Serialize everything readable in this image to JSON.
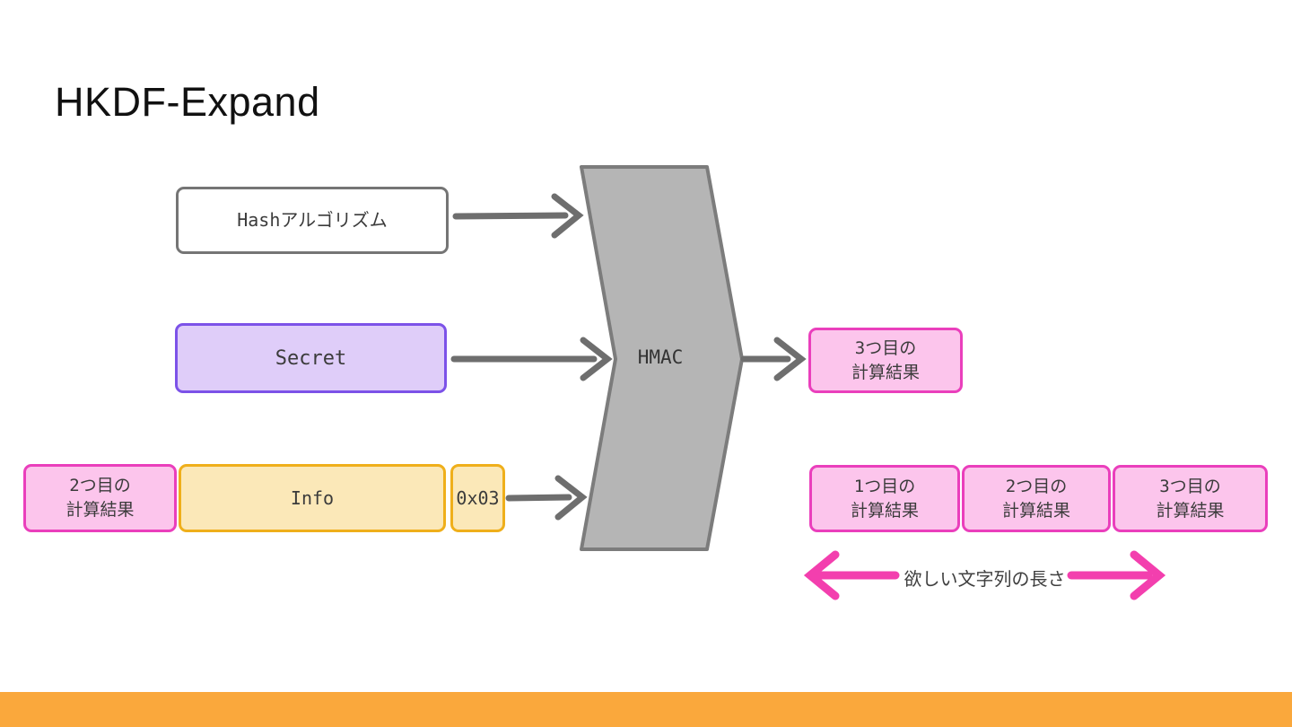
{
  "slide": {
    "title": "HKDF-Expand"
  },
  "diagram": {
    "inputs": {
      "hash_box": {
        "label": "Hashアルゴリズム"
      },
      "secret_box": {
        "label": "Secret"
      },
      "prev_result_box": {
        "line1": "2つ目の",
        "line2": "計算結果"
      },
      "info_box": {
        "label": "Info"
      },
      "counter_box": {
        "label": "0x03"
      }
    },
    "process": {
      "hmac_label": "HMAC"
    },
    "output_box": {
      "line1": "3つ目の",
      "line2": "計算結果"
    },
    "results": [
      {
        "line1": "1つ目の",
        "line2": "計算結果"
      },
      {
        "line1": "2つ目の",
        "line2": "計算結果"
      },
      {
        "line1": "3つ目の",
        "line2": "計算結果"
      }
    ],
    "length_annotation": "欲しい文字列の長さ",
    "colors": {
      "pink_fill": "#fcc5ec",
      "pink_border": "#ea3fbc",
      "purple_fill": "#dfcdf9",
      "purple_border": "#7c52e8",
      "yellow_fill": "#fbe8b8",
      "yellow_border": "#efaf1b",
      "gray_box_border": "#757575",
      "hmac_fill": "#b5b5b5",
      "hmac_border": "#7c7c7c",
      "arrow_gray": "#6e6e6e",
      "arrow_pink": "#f33fae",
      "footer_orange": "#faa83c"
    }
  }
}
